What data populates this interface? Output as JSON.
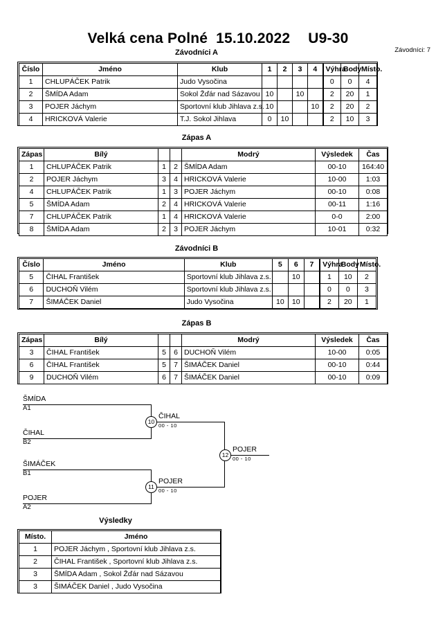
{
  "header": {
    "event": "Velká cena Polné",
    "date": "15.10.2022",
    "category": "U9-30",
    "competitors_label": "Závodníci: 7"
  },
  "sections": {
    "group_a_title": "Závodníci A",
    "matches_a_title": "Zápas A",
    "group_b_title": "Závodníci B",
    "matches_b_title": "Zápas B",
    "results_title": "Výsledky"
  },
  "group_table_headers": {
    "cislo": "Číslo",
    "jmeno": "Jméno",
    "klub": "Klub",
    "vyhra": "Výhra",
    "body": "Body",
    "misto": "Místo."
  },
  "group_a": {
    "score_columns": [
      "1",
      "2",
      "3",
      "4"
    ],
    "rows": [
      {
        "cislo": "1",
        "jmeno": "CHLUPÁČEK Patrik",
        "klub": "Judo Vysočina",
        "scores": [
          "",
          "",
          "",
          ""
        ],
        "vyhra": "0",
        "body": "0",
        "misto": "4"
      },
      {
        "cislo": "2",
        "jmeno": "ŠMÍDA Adam",
        "klub": "Sokol Žďár nad Sázavou",
        "scores": [
          "10",
          "",
          "10",
          ""
        ],
        "vyhra": "2",
        "body": "20",
        "misto": "1"
      },
      {
        "cislo": "3",
        "jmeno": "POJER Jáchym",
        "klub": "Sportovní klub Jihlava z.s.",
        "scores": [
          "10",
          "",
          "",
          "10"
        ],
        "vyhra": "2",
        "body": "20",
        "misto": "2"
      },
      {
        "cislo": "4",
        "jmeno": "HRICKOVÁ Valerie",
        "klub": "T.J. Sokol Jihlava",
        "scores": [
          "0",
          "10",
          "",
          ""
        ],
        "vyhra": "2",
        "body": "10",
        "misto": "3"
      }
    ]
  },
  "group_b": {
    "score_columns": [
      "5",
      "6",
      "7"
    ],
    "rows": [
      {
        "cislo": "5",
        "jmeno": "ČIHAL František",
        "klub": "Sportovní klub Jihlava z.s.",
        "scores": [
          "",
          "10",
          ""
        ],
        "vyhra": "1",
        "body": "10",
        "misto": "2"
      },
      {
        "cislo": "6",
        "jmeno": "DUCHOŇ Vilém",
        "klub": "Sportovní klub Jihlava z.s.",
        "scores": [
          "",
          "",
          ""
        ],
        "vyhra": "0",
        "body": "0",
        "misto": "3"
      },
      {
        "cislo": "7",
        "jmeno": "ŠIMÁČEK Daniel",
        "klub": "Judo Vysočina",
        "scores": [
          "10",
          "10",
          ""
        ],
        "vyhra": "2",
        "body": "20",
        "misto": "1"
      }
    ]
  },
  "match_table_headers": {
    "zapas": "Zápas",
    "bily": "Bílý",
    "modry": "Modrý",
    "vysledek": "Výsledek",
    "cas": "Čas"
  },
  "matches_a": [
    {
      "zapas": "1",
      "bily": "CHLUPÁČEK Patrik",
      "bily_no": "1",
      "modry_no": "2",
      "modry": "ŠMÍDA Adam",
      "vysledek": "00-10",
      "cas": "164:40"
    },
    {
      "zapas": "2",
      "bily": "POJER Jáchym",
      "bily_no": "3",
      "modry_no": "4",
      "modry": "HRICKOVÁ Valerie",
      "vysledek": "10-00",
      "cas": "1:03"
    },
    {
      "zapas": "4",
      "bily": "CHLUPÁČEK Patrik",
      "bily_no": "1",
      "modry_no": "3",
      "modry": "POJER Jáchym",
      "vysledek": "00-10",
      "cas": "0:08"
    },
    {
      "zapas": "5",
      "bily": "ŠMÍDA Adam",
      "bily_no": "2",
      "modry_no": "4",
      "modry": "HRICKOVÁ Valerie",
      "vysledek": "00-11",
      "cas": "1:16"
    },
    {
      "zapas": "7",
      "bily": "CHLUPÁČEK Patrik",
      "bily_no": "1",
      "modry_no": "4",
      "modry": "HRICKOVÁ Valerie",
      "vysledek": "0-0",
      "cas": "2:00"
    },
    {
      "zapas": "8",
      "bily": "ŠMÍDA Adam",
      "bily_no": "2",
      "modry_no": "3",
      "modry": "POJER Jáchym",
      "vysledek": "10-01",
      "cas": "0:32"
    }
  ],
  "matches_b": [
    {
      "zapas": "3",
      "bily": "ČIHAL František",
      "bily_no": "5",
      "modry_no": "6",
      "modry": "DUCHOŇ Vilém",
      "vysledek": "10-00",
      "cas": "0:05"
    },
    {
      "zapas": "6",
      "bily": "ČIHAL František",
      "bily_no": "5",
      "modry_no": "7",
      "modry": "ŠIMÁČEK Daniel",
      "vysledek": "00-10",
      "cas": "0:44"
    },
    {
      "zapas": "9",
      "bily": "DUCHOŇ Vilém",
      "bily_no": "6",
      "modry_no": "7",
      "modry": "ŠIMÁČEK Daniel",
      "vysledek": "00-10",
      "cas": "0:09"
    }
  ],
  "bracket": {
    "entries": [
      {
        "name": "ŠMÍDA",
        "seed": "A1"
      },
      {
        "name": "ČIHAL",
        "seed": "B2"
      },
      {
        "name": "ŠIMÁČEK",
        "seed": "B1"
      },
      {
        "name": "POJER",
        "seed": "A2"
      }
    ],
    "nodes": [
      {
        "number": "10",
        "winner": "ČIHAL",
        "score": "00 - 10"
      },
      {
        "number": "11",
        "winner": "POJER",
        "score": "00 - 10"
      },
      {
        "number": "12",
        "winner": "POJER",
        "score": "00 - 10"
      }
    ]
  },
  "results_headers": {
    "misto": "Místo.",
    "jmeno": "Jméno"
  },
  "results": [
    {
      "misto": "1",
      "jmeno": "POJER Jáchym , Sportovní klub Jihlava z.s."
    },
    {
      "misto": "2",
      "jmeno": "ČIHAL František , Sportovní klub Jihlava z.s."
    },
    {
      "misto": "3",
      "jmeno": "ŠMÍDA Adam , Sokol Žďár nad Sázavou"
    },
    {
      "misto": "3",
      "jmeno": "ŠIMÁČEK Daniel , Judo Vysočina"
    }
  ]
}
